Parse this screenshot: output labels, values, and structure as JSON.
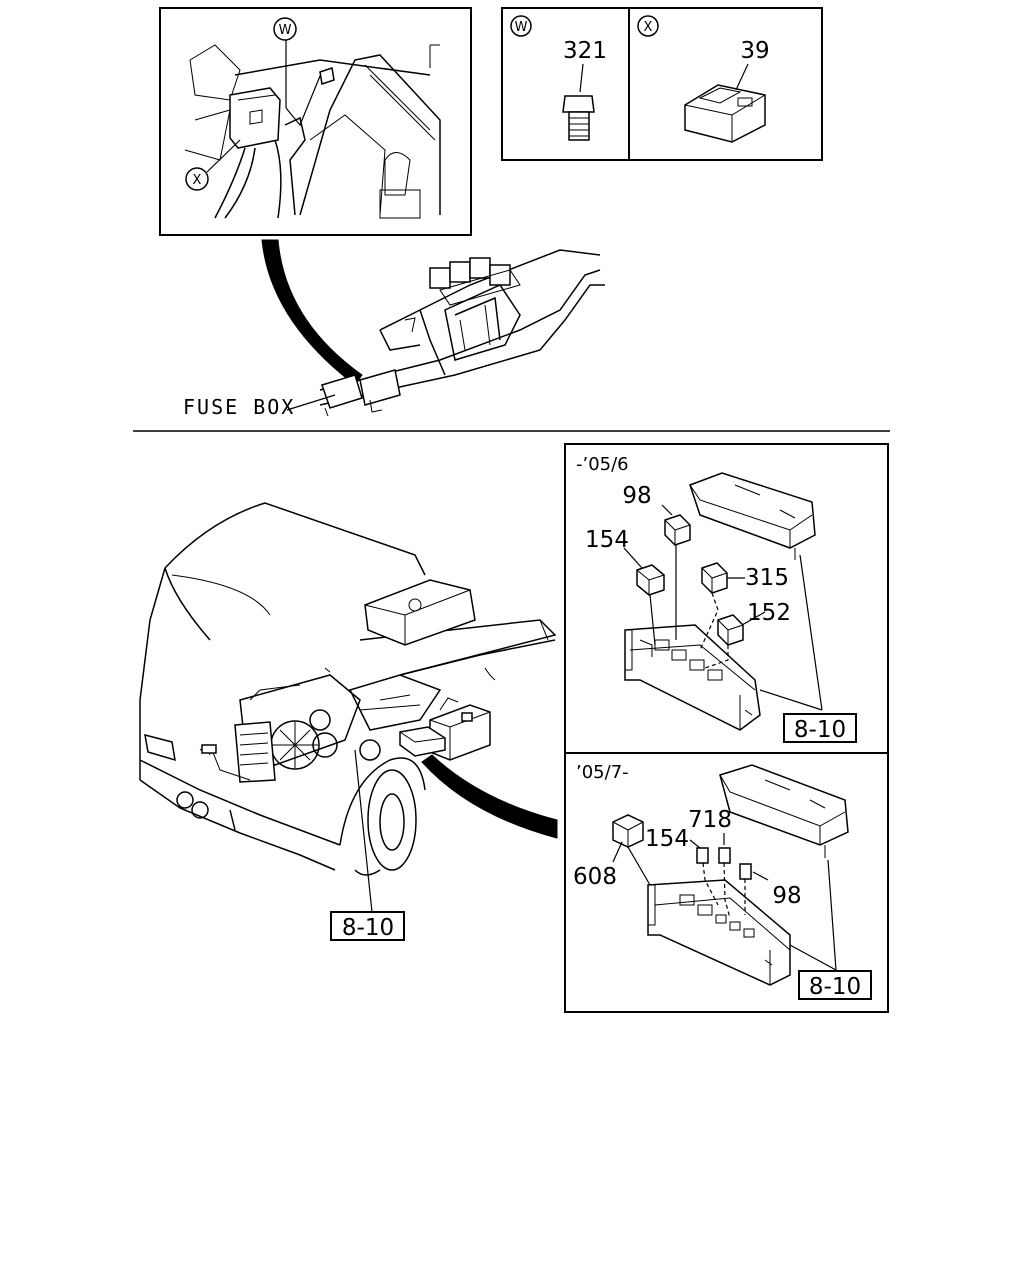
{
  "callouts": {
    "w": "W",
    "x": "X"
  },
  "detail_labels": {
    "w_part": "321",
    "x_part": "39"
  },
  "fuse_box_label": "FUSE BOX",
  "ref_main": "8-10",
  "panel_early": {
    "date": "-’05/6",
    "parts": [
      "98",
      "154",
      "315",
      "152"
    ],
    "ref": "8-10"
  },
  "panel_late": {
    "date": "’05/7-",
    "parts": [
      "718",
      "154",
      "608",
      "98"
    ],
    "ref": "8-10"
  }
}
